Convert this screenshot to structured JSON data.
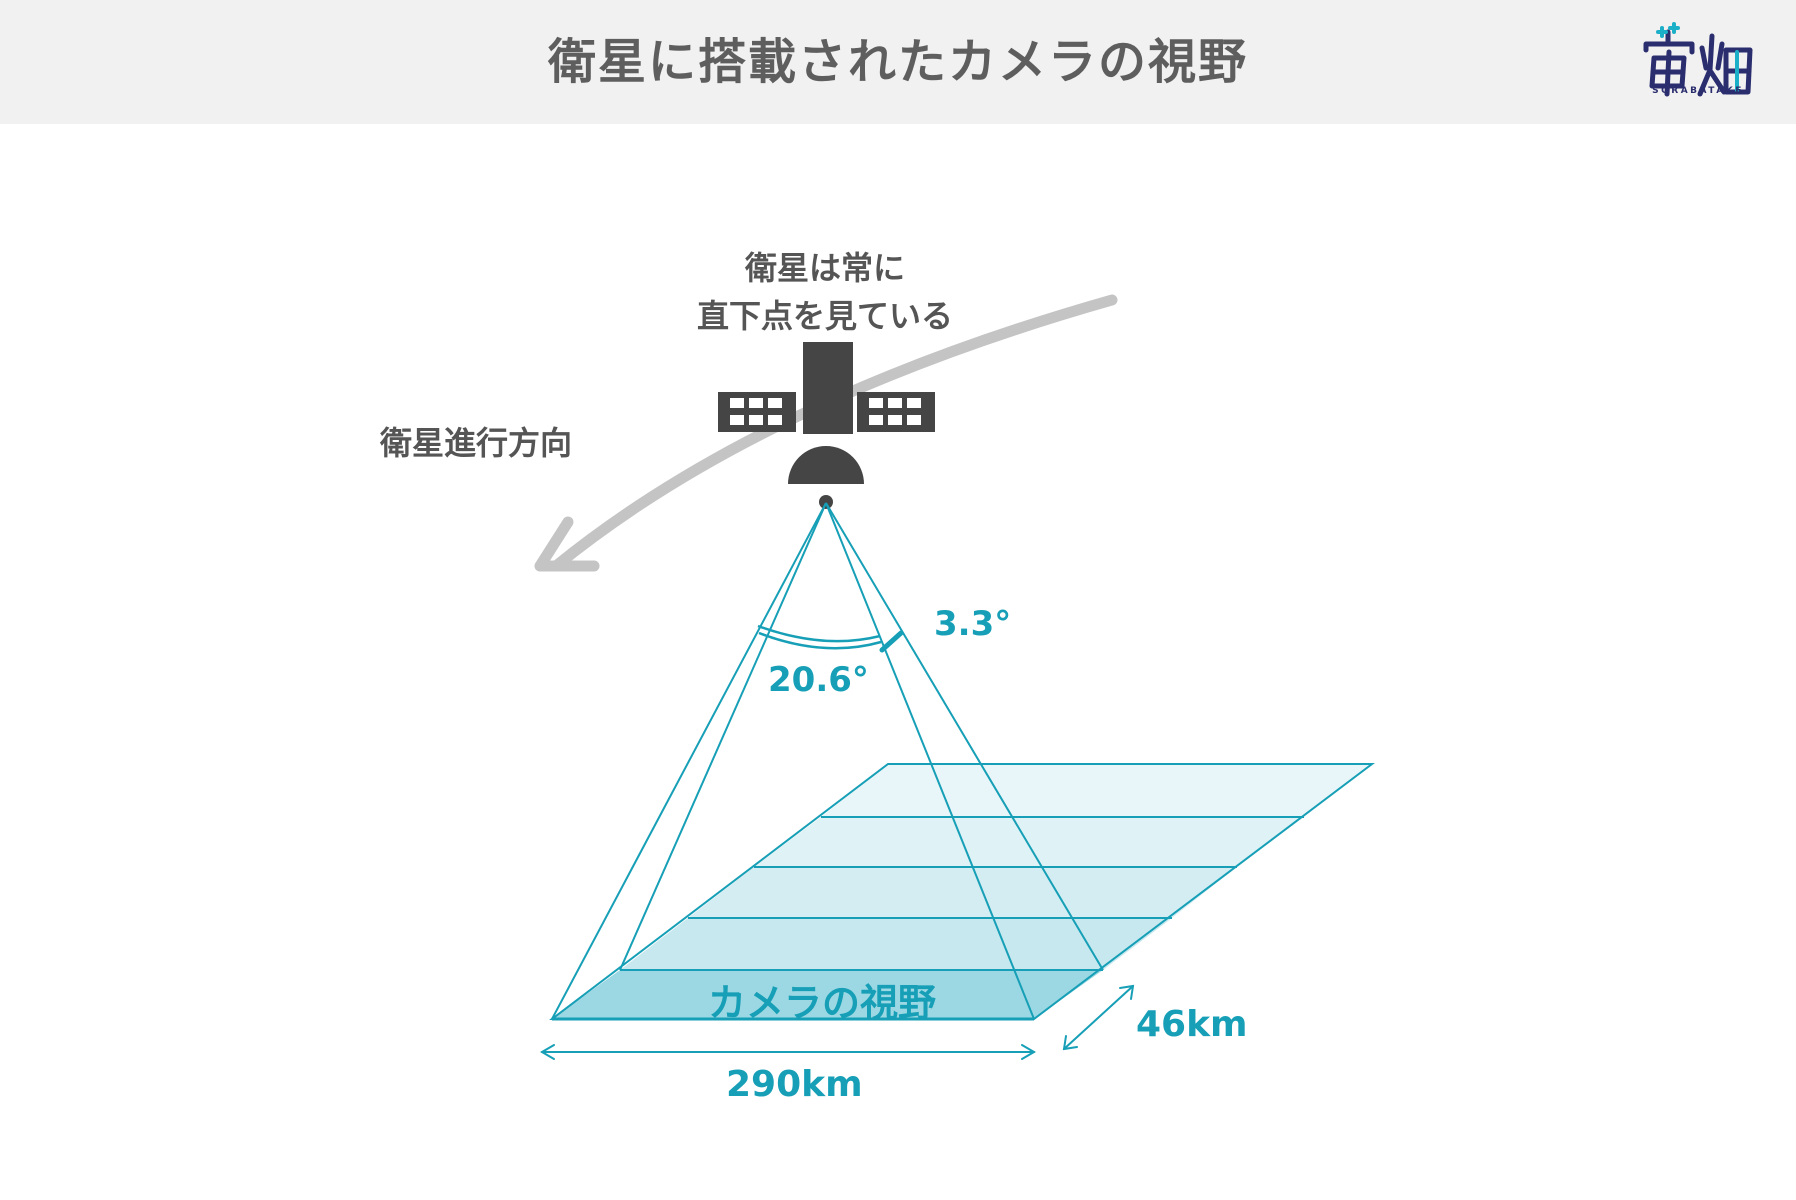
{
  "header": {
    "title": "衛星に搭載されたカメラの視野",
    "logo_text": "宙畑",
    "logo_subtext": "SORABATAKE"
  },
  "diagram": {
    "satellite_note_line1": "衛星は常に",
    "satellite_note_line2": "直下点を見ている",
    "direction_label": "衛星進行方向",
    "angle_cross_track": "20.6°",
    "angle_along_track": "3.3°",
    "field_of_view_label": "カメラの視野",
    "swath_width": "290km",
    "swath_length": "46km"
  },
  "colors": {
    "accent": "#169fb6",
    "text": "#555555",
    "satellite": "#3d3d3d",
    "orbit_arrow": "#c4c4c4",
    "header_bg": "#f1f1f1",
    "logo": "#2a2d6e",
    "logo_accent": "#1cb0c8"
  },
  "icons": [
    "satellite-icon",
    "orbit-direction-arrow",
    "logo-icon"
  ]
}
